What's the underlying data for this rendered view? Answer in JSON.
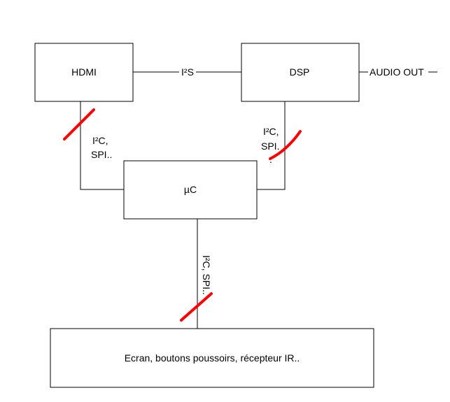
{
  "blocks": {
    "hdmi": "HDMI",
    "dsp": "DSP",
    "uc": "µC",
    "peripherals": "Ecran, boutons poussoirs, récepteur IR.."
  },
  "links": {
    "hdmi_dsp": "I²S",
    "audio_out": "AUDIO OUT",
    "hdmi_uc_line1": "I²C,",
    "hdmi_uc_line2": "SPI..",
    "dsp_uc_line1": "I²C,",
    "dsp_uc_line2": "SPI.",
    "dsp_uc_line3": ".",
    "uc_periph": "I²C, SPI.."
  },
  "colors": {
    "line": "#000000",
    "cut_mark": "#ff0000"
  }
}
